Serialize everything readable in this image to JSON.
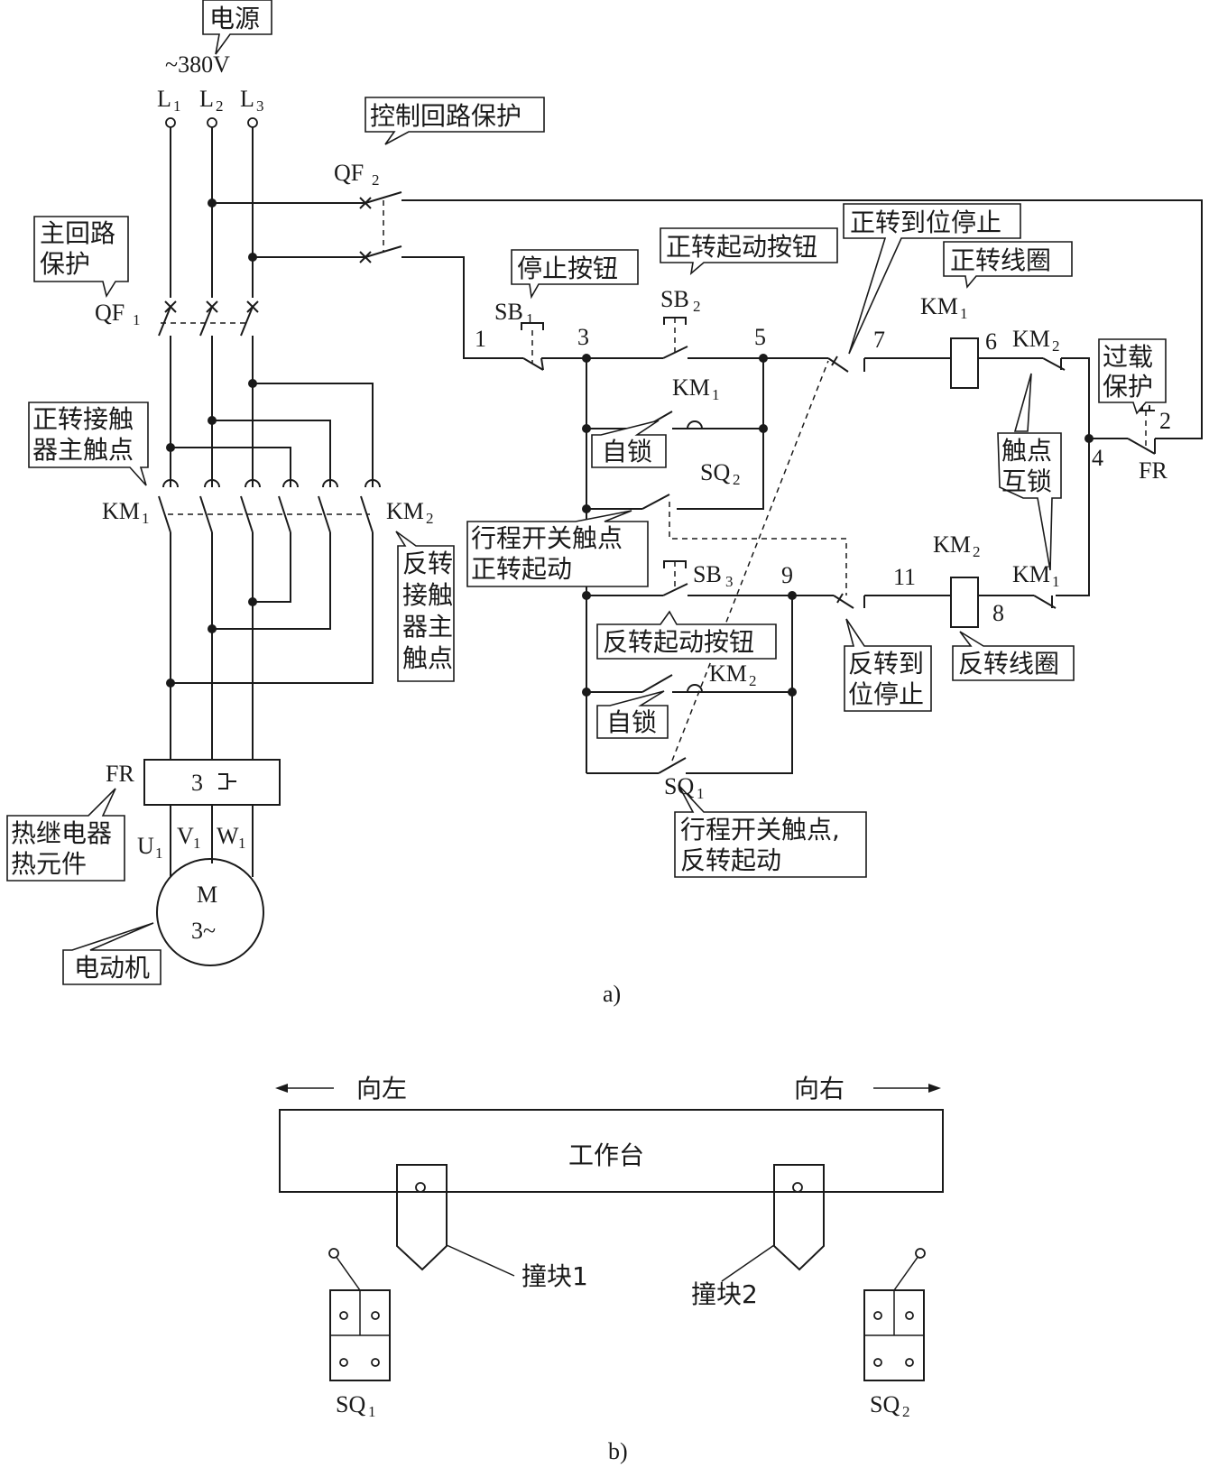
{
  "power": {
    "title": "电源",
    "voltage": "~380V",
    "l1": "L",
    "l2": "L",
    "l3": "L",
    "s1": "1",
    "s2": "2",
    "s3": "3"
  },
  "callouts": {
    "control_protect": "控制回路保护",
    "main_protect_1": "主回路",
    "main_protect_2": "保护",
    "stop_button": "停止按钮",
    "fwd_start_button": "正转起动按钮",
    "fwd_limit_stop": "正转到位停止",
    "fwd_coil": "正转线圈",
    "overload_1": "过载",
    "overload_2": "保护",
    "fwd_main_contacts_1": "正转接触",
    "fwd_main_contacts_2": "器主触点",
    "self_lock_1": "自锁",
    "interlock_1": "触点",
    "interlock_2": "互锁",
    "travel_switch_fwd_1": "行程开关触点",
    "travel_switch_fwd_2": "正转起动",
    "rev_main_contacts_1": "反转",
    "rev_main_contacts_2": "接触",
    "rev_main_contacts_3": "器主",
    "rev_main_contacts_4": "触点",
    "rev_start_button": "反转起动按钮",
    "self_lock_2": "自锁",
    "rev_limit_stop_1": "反转到",
    "rev_limit_stop_2": "位停止",
    "rev_coil": "反转线圈",
    "thermal_1": "热继电器",
    "thermal_2": "热元件",
    "travel_switch_rev_1": "行程开关触点,",
    "travel_switch_rev_2": "反转起动",
    "motor_label": "电动机"
  },
  "components": {
    "qf2": "QF",
    "qf2_sub": "2",
    "qf1": "QF",
    "qf1_sub": "1",
    "sb1": "SB",
    "sb1_sub": "1",
    "sb2": "SB",
    "sb2_sub": "2",
    "sb3": "SB",
    "sb3_sub": "3",
    "km1_coil": "KM",
    "km1_coil_sub": "1",
    "km2_coil": "KM",
    "km2_coil_sub": "2",
    "km1_lock": "KM",
    "km1_lock_sub": "1",
    "km2_lock": "KM",
    "km2_lock_sub": "2",
    "km2_interlock": "KM",
    "km2_interlock_sub": "2",
    "km1_interlock": "KM",
    "km1_interlock_sub": "1",
    "km1_main": "KM",
    "km1_main_sub": "1",
    "km2_main": "KM",
    "km2_main_sub": "2",
    "sq1": "SQ",
    "sq1_sub": "1",
    "sq2": "SQ",
    "sq2_sub": "2",
    "fr_ctrl": "FR",
    "fr_main": "FR",
    "fr_elem": "3",
    "u1": "U",
    "v1": "V",
    "w1": "W",
    "uvw_sub": "1",
    "motor_m": "M",
    "motor_phase": "3~"
  },
  "nodes": {
    "n1": "1",
    "n2": "2",
    "n3": "3",
    "n4": "4",
    "n5": "5",
    "n6": "6",
    "n7": "7",
    "n8": "8",
    "n9": "9",
    "n11": "11"
  },
  "panel_a": "a)",
  "panel_b": "b)",
  "table_diagram": {
    "left": "向左",
    "right": "向右",
    "table": "工作台",
    "block1": "撞块1",
    "block2": "撞块2",
    "sq1": "SQ",
    "sq1_sub": "1",
    "sq2": "SQ",
    "sq2_sub": "2"
  }
}
